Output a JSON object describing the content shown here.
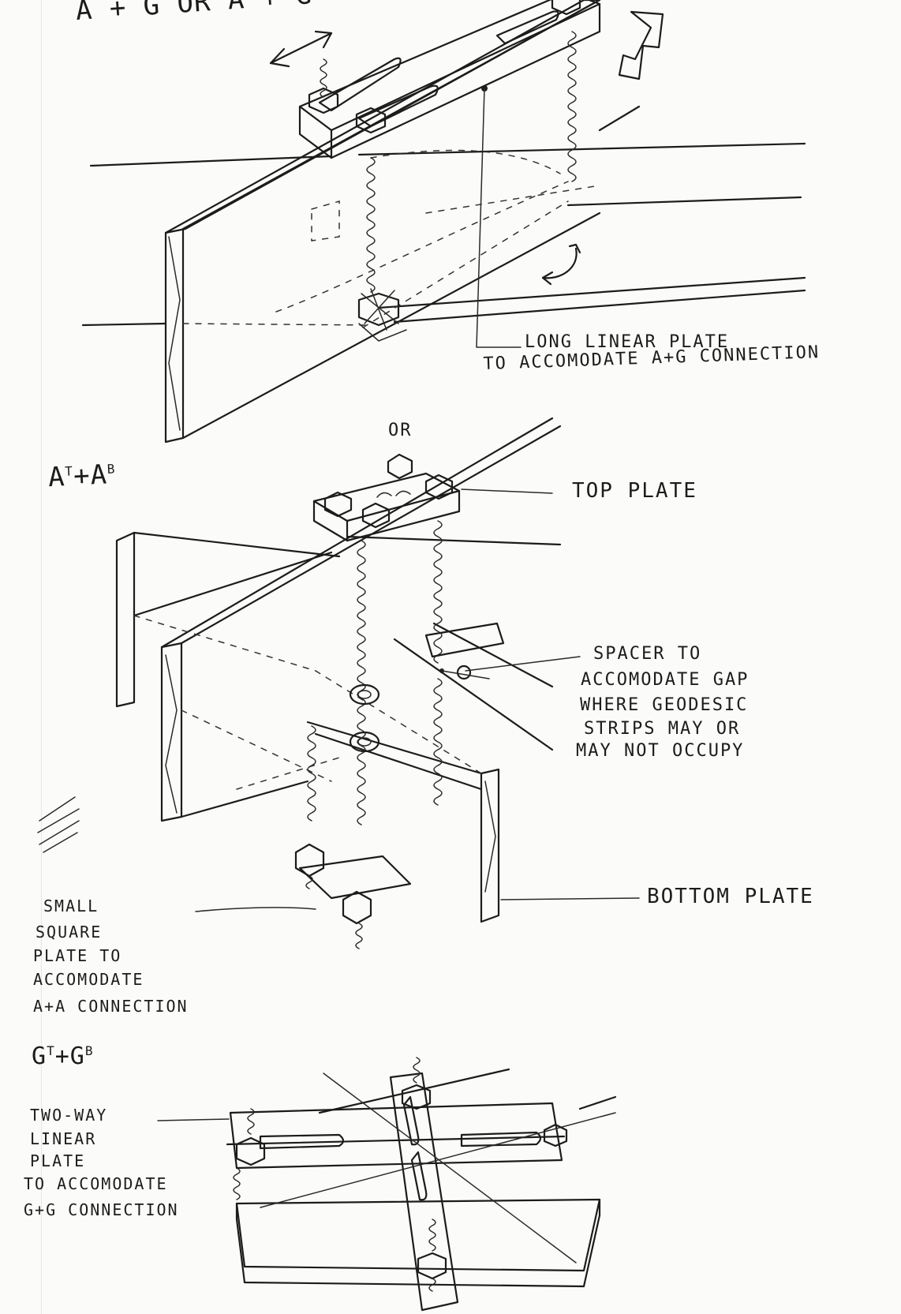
{
  "sections": [
    {
      "heading": "A + G OR A + G",
      "notes": [
        {
          "id": "long-linear-plate",
          "lines": [
            "LONG LINEAR PLATE",
            "TO ACCOMODATE A+G CONNECTION"
          ]
        }
      ]
    },
    {
      "heading_base": "A",
      "heading_sup1": "T",
      "heading_plus": "+A",
      "heading_sup2": "B",
      "or_label": "OR",
      "notes": [
        {
          "id": "top-plate",
          "lines": [
            "TOP PLATE"
          ]
        },
        {
          "id": "spacer",
          "lines": [
            "SPACER TO",
            "ACCOMODATE GAP",
            "WHERE GEODESIC",
            "STRIPS MAY OR",
            "MAY NOT OCCUPY"
          ]
        },
        {
          "id": "bottom-plate",
          "lines": [
            "BOTTOM PLATE"
          ]
        },
        {
          "id": "small-square-plate",
          "lines": [
            "SMALL",
            "SQUARE",
            "PLATE TO",
            "ACCOMODATE",
            "A+A CONNECTION"
          ]
        }
      ]
    },
    {
      "heading_base": "G",
      "heading_sup1": "T",
      "heading_plus": "+G",
      "heading_sup2": "B",
      "notes": [
        {
          "id": "two-way-linear-plate",
          "lines": [
            "TWO-WAY",
            "LINEAR",
            "PLATE",
            "TO ACCOMODATE",
            "G+G CONNECTION"
          ]
        }
      ]
    }
  ]
}
